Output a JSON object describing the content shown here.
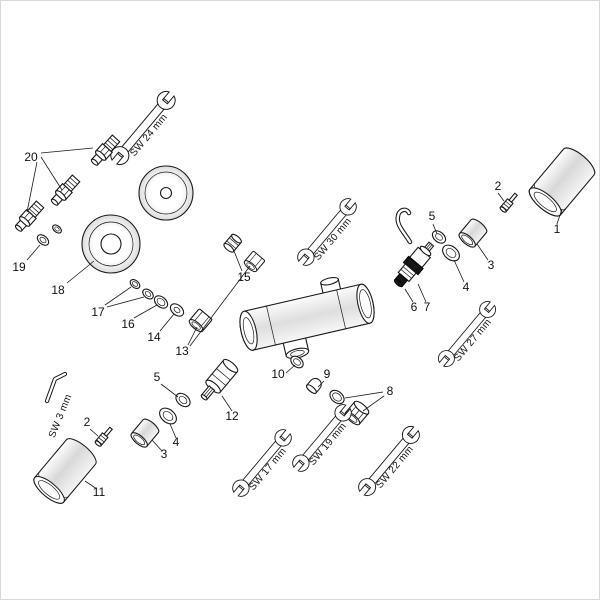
{
  "diagram": {
    "type": "exploded-parts-diagram",
    "subject": "thermostatic bath/shower mixer spare parts",
    "colors": {
      "line": "#1a1a1a",
      "background": "#ffffff",
      "rubber": "#161616"
    },
    "labels": {
      "p1": "1",
      "p2_right": "2",
      "p3_right": "3",
      "p4_right": "4",
      "p5_right": "5",
      "p6": "6",
      "p7": "7",
      "p8": "8",
      "p9": "9",
      "p10": "10",
      "p11": "11",
      "p2_left": "2",
      "p3_left": "3",
      "p4_left": "4",
      "p5_left": "5",
      "p12": "12",
      "p13": "13",
      "p14": "14",
      "p15": "15",
      "p16": "16",
      "p17": "17",
      "p18": "18",
      "p19": "19",
      "p20": "20"
    },
    "tools": {
      "sw24": "SW 24 mm",
      "sw30": "SW 30 mm",
      "sw27": "SW 27 mm",
      "sw3": "SW 3 mm",
      "sw17": "SW 17 mm",
      "sw19": "SW 19 mm",
      "sw22": "SW 22 mm"
    }
  }
}
